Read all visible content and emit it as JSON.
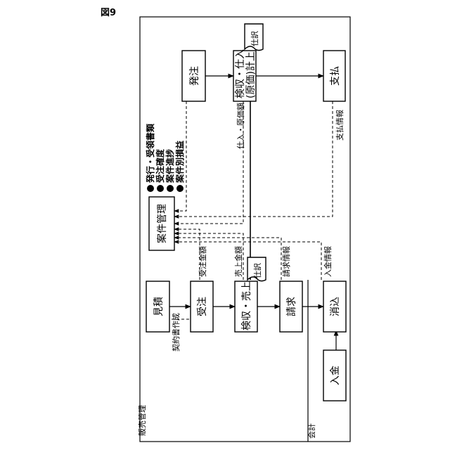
{
  "figure_label": "図9",
  "areas": {
    "sales": "販売管理",
    "accounting": "会計"
  },
  "boxes": {
    "estimate": "見積",
    "order_received": "受注",
    "inspection_sales": "検収・売上",
    "billing": "請求",
    "reconcile": "消込",
    "deposit": "入金",
    "order_placed": "発注",
    "inspection_purchase_1": "検収・仕入",
    "inspection_purchase_2": "(原価)計上",
    "payment": "支払",
    "project_mgmt": "案件管理"
  },
  "journal_tags": {
    "top": "仕訳",
    "middle": "仕訳"
  },
  "flow_labels": {
    "contract_creation": "契約書作成",
    "order_amount": "受注金額",
    "sales_amount": "売上金額",
    "billing_info": "請求情報",
    "deposit_info": "入金情報",
    "purchase_cost": "仕入・原価額",
    "payment_info": "支払情報"
  },
  "legend": {
    "items": [
      "発行・受領書類",
      "受注確度",
      "案件進捗",
      "案件別損益"
    ]
  }
}
